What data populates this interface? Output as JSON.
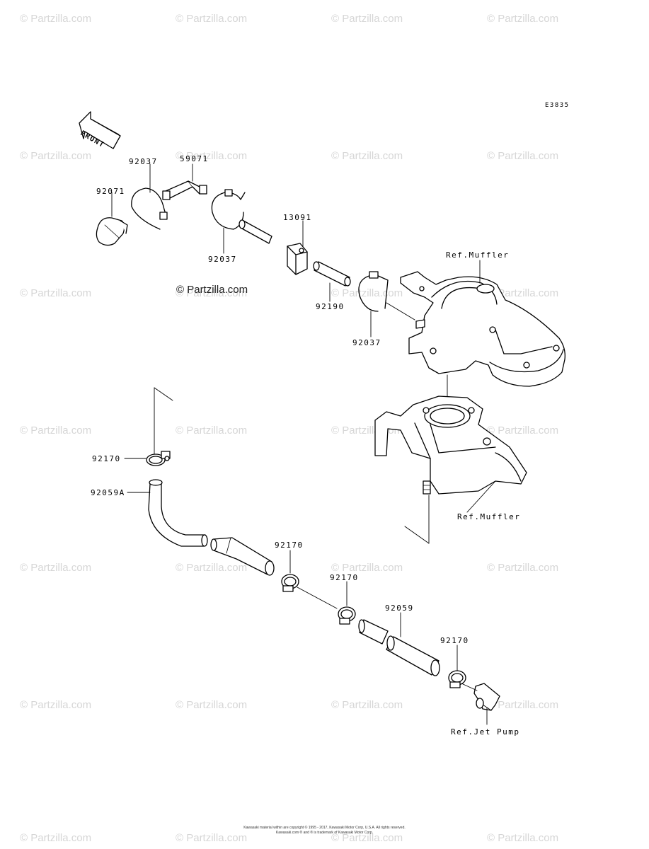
{
  "diagram_code": "E3835",
  "front_label": "FRONT",
  "credit": "© Partzilla.com",
  "watermark_text": "© Partzilla.com",
  "parts": {
    "p92071": "92071",
    "p92037_top": "92037",
    "p59071": "59071",
    "p92037_mid": "92037",
    "p13091": "13091",
    "p92190": "92190",
    "p92037_low": "92037",
    "p92170_a": "92170",
    "p92059A": "92059A",
    "p92170_b": "92170",
    "p92170_c": "92170",
    "p92059": "92059",
    "p92170_d": "92170"
  },
  "refs": {
    "muffler_top": "Ref.Muffler",
    "muffler_bottom": "Ref.Muffler",
    "jet_pump": "Ref.Jet Pump"
  },
  "footer": {
    "line1": "Kawasaki material within are copyright © 1995 - 2017, Kawasaki Motor Corp, U.S.A. All rights reserved.",
    "line2": "Kawasaki.com ® and ® is trademark of Kawasaki Motor Corp."
  },
  "colors": {
    "line": "#000000",
    "watermark": "#d6d6d6"
  }
}
